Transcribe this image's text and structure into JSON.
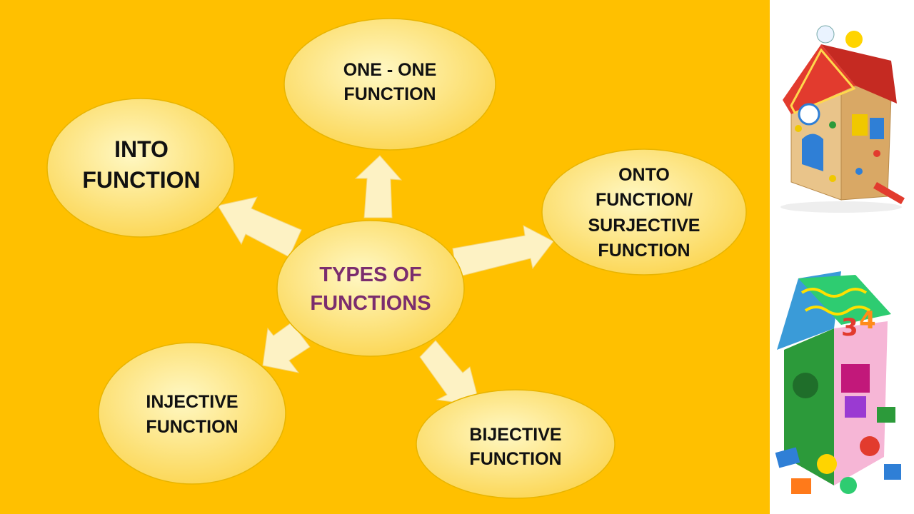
{
  "colors": {
    "background": "#ffc000",
    "bubble_light": "#fff8c4",
    "bubble_dark": "#fbd550",
    "bubble_stroke": "#e8b400",
    "arrow_fill": "#fdf2c4",
    "text": "#111111",
    "center_text": "#7b2d6e"
  },
  "center": {
    "line1": "TYPES OF",
    "line2": "FUNCTIONS"
  },
  "nodes": {
    "one_one": {
      "line1": "ONE - ONE",
      "line2": "FUNCTION"
    },
    "into": {
      "line1": "INTO",
      "line2": "FUNCTION"
    },
    "onto": {
      "line1": "ONTO",
      "line2": "FUNCTION/",
      "line3": "SURJECTIVE",
      "line4": "FUNCTION"
    },
    "injective": {
      "line1": "INJECTIVE",
      "line2": "FUNCTION"
    },
    "bijective": {
      "line1": "BIJECTIVE",
      "line2": "FUNCTION"
    }
  },
  "images": {
    "top": "toy-house-red-roof-icon",
    "bottom": "toy-house-green-roof-icon"
  }
}
